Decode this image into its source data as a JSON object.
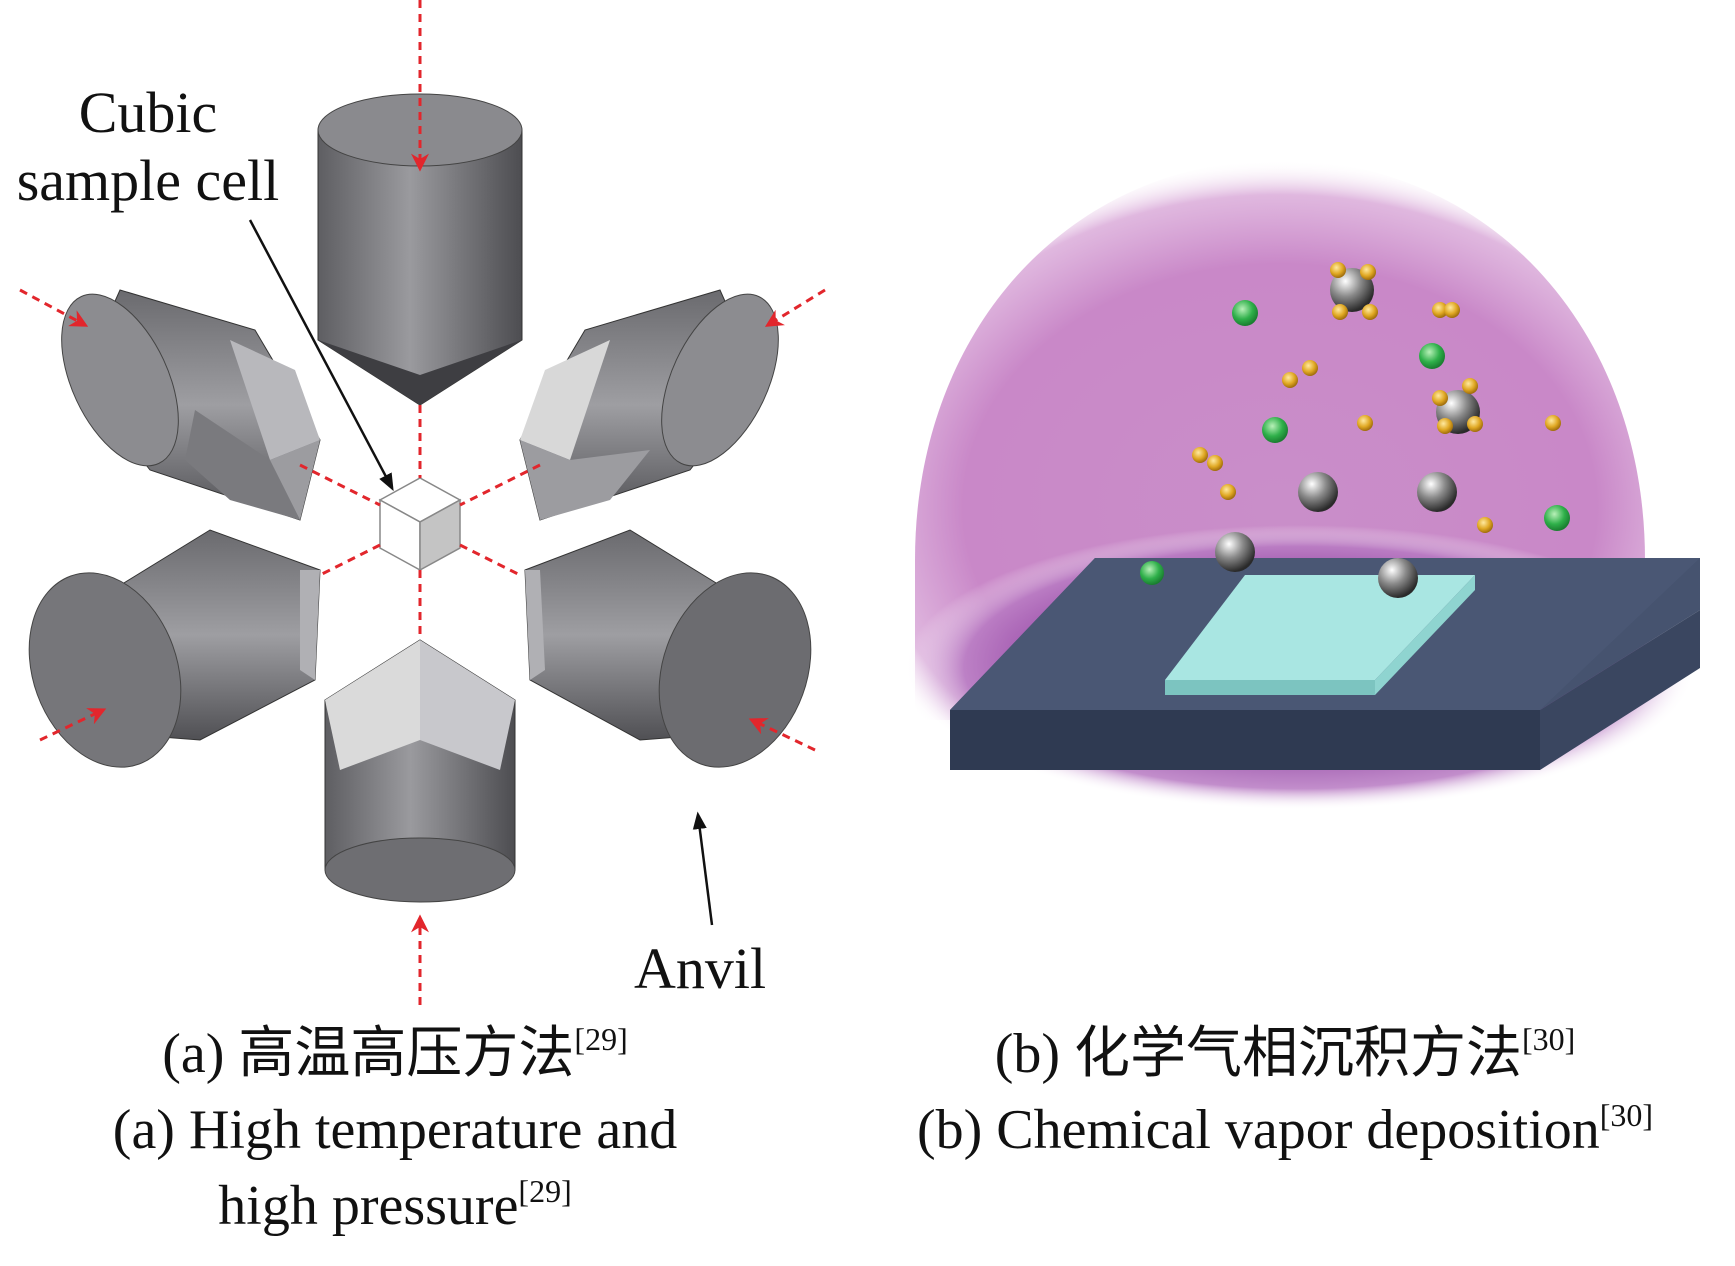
{
  "panel_a": {
    "labels": {
      "cubic_line1": "Cubic",
      "cubic_line2": "sample cell",
      "anvil": "Anvil"
    },
    "caption": {
      "zh_prefix": "(a) 高温高压方法",
      "zh_ref": "[29]",
      "en_line1": "(a) High temperature and",
      "en_line2_prefix": "high pressure",
      "en_ref": "[29]"
    }
  },
  "panel_b": {
    "caption": {
      "zh_prefix": "(b) 化学气相沉积方法",
      "zh_ref": "[30]",
      "en_prefix": "(b) Chemical vapor deposition",
      "en_ref": "[30]"
    }
  },
  "colors": {
    "anvil_body": "#7c7c80",
    "anvil_light": "#d8d8d8",
    "arrow_red": "#e2262c",
    "plasma_purple": "#a04aa8",
    "substrate": "#3d4a66",
    "film": "#a9e6e2",
    "atom_green": "#2fb04a",
    "atom_gold": "#e0a823"
  }
}
